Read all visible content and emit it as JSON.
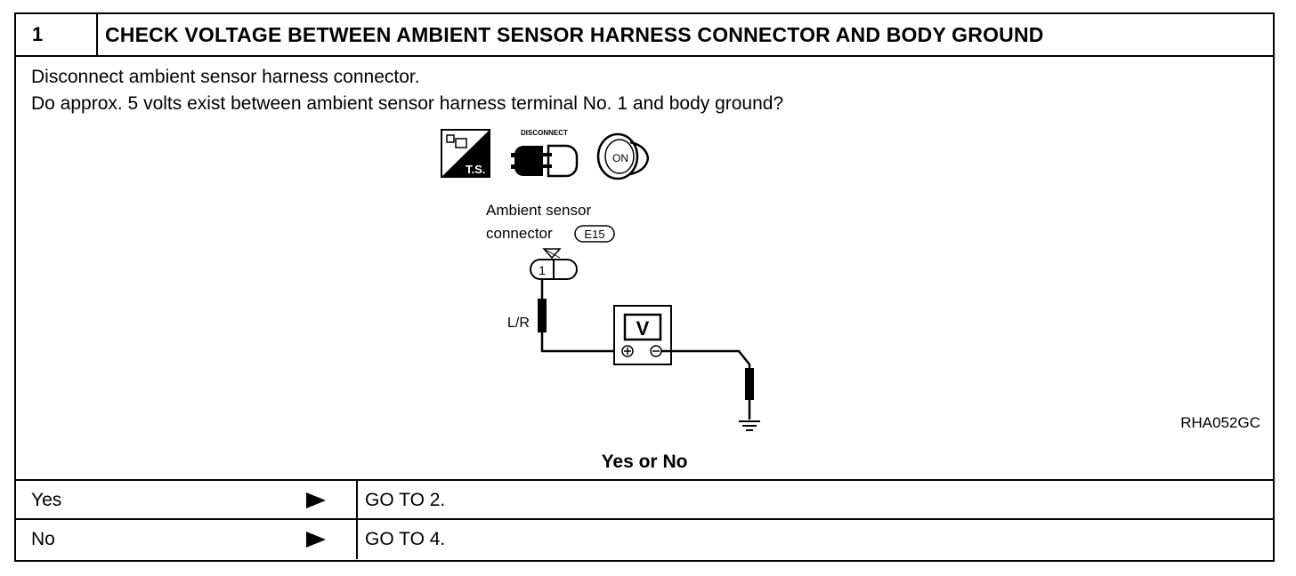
{
  "step": {
    "number": "1",
    "title": "CHECK VOLTAGE BETWEEN AMBIENT SENSOR HARNESS CONNECTOR AND BODY GROUND"
  },
  "instructions": [
    "Disconnect ambient sensor harness connector.",
    "Do approx. 5 volts exist between ambient sensor harness terminal No. 1 and body ground?"
  ],
  "diagram": {
    "icons": {
      "ts_label": "T.S.",
      "disconnect_label": "DISCONNECT",
      "ignition_label": "ON"
    },
    "connector_label_line1": "Ambient  sensor",
    "connector_label_line2": "connector",
    "connector_code": "E15",
    "terminal_number": "1",
    "wire_color": "L/R",
    "meter_symbol": "V",
    "figure_ref": "RHA052GC"
  },
  "question": "Yes or No",
  "results": [
    {
      "answer": "Yes",
      "action": "GO TO 2."
    },
    {
      "answer": "No",
      "action": "GO TO 4."
    }
  ]
}
